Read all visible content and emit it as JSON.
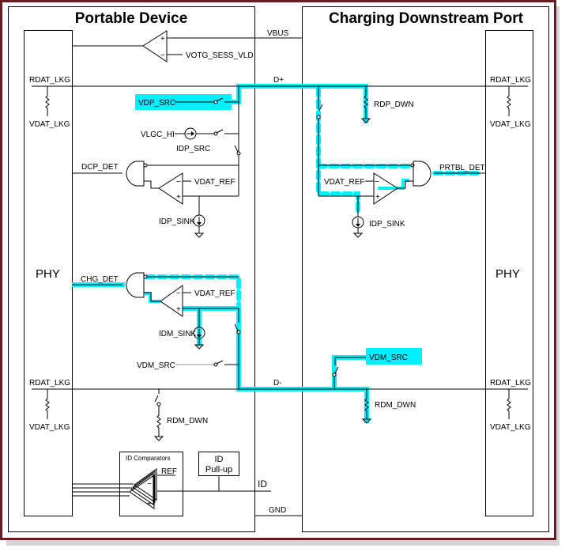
{
  "titles": {
    "left": "Portable Device",
    "right": "Charging Downstream Port"
  },
  "labels": {
    "vbus": "VBUS",
    "votg": "VOTG_SESS_VLD",
    "dplus": "D+",
    "dminus": "D-",
    "rdat_lkg": "RDAT_LKG",
    "vdat_lkg": "VDAT_LKG",
    "vdp_src": "VDP_SRC",
    "vlgc_hi": "VLGC_HI",
    "idp_src": "IDP_SRC",
    "dcp_det": "DCP_DET",
    "vdat_ref": "VDAT_REF",
    "idp_sink": "IDP_SINK",
    "phy": "PHY",
    "chg_det": "CHG_DET",
    "idm_sink": "IDM_SINK",
    "vdm_src": "VDM_SRC",
    "rdm_dwn": "RDM_DWN",
    "id_comparators": "ID Comparators",
    "ref": "REF",
    "id_pullup_1": "ID",
    "id_pullup_2": "Pull-up",
    "id": "ID",
    "gnd": "GND",
    "rdp_dwn": "RDP_DWN",
    "prtbl_det": "PRTBL_DET"
  },
  "colors": {
    "highlight": "#00f0ff",
    "frame": "#6b1a1f"
  }
}
